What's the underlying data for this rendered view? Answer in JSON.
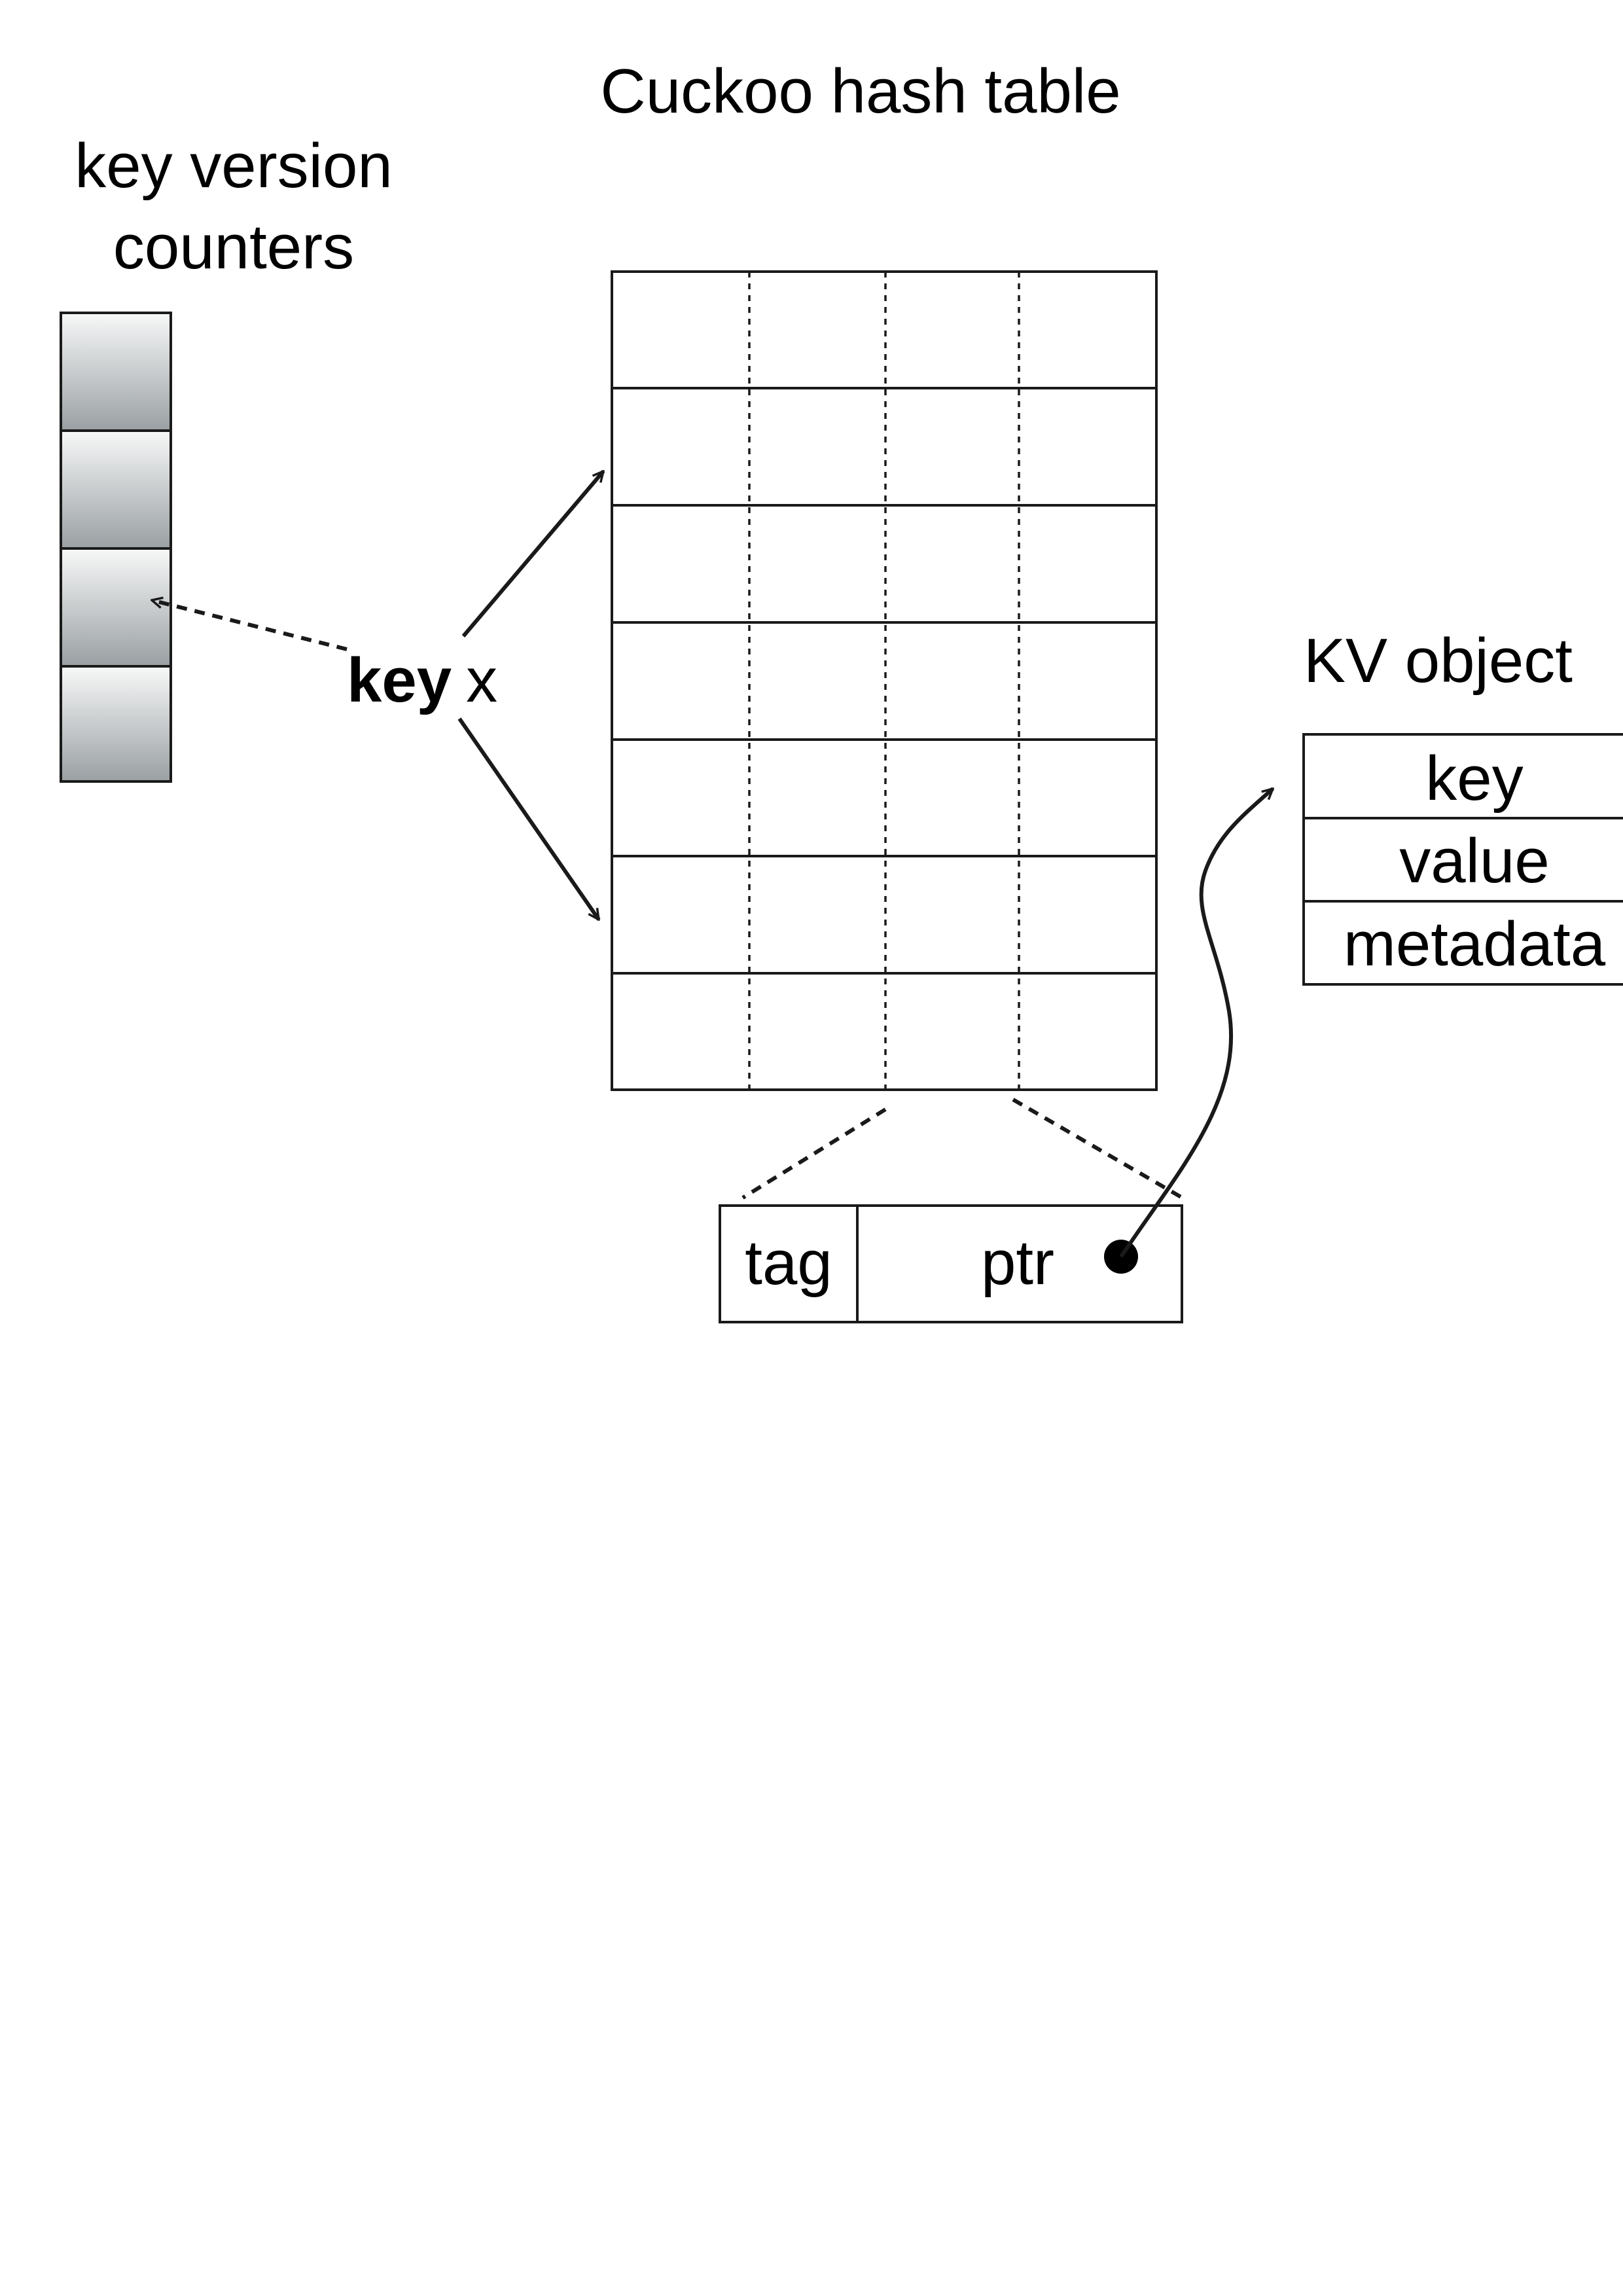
{
  "labels": {
    "table_title": "Cuckoo hash table",
    "counters_title_line1": "key version",
    "counters_title_line2": "counters",
    "key_bold": "key",
    "key_var": "x",
    "kv_title": "KV object",
    "kv_fields": [
      "key",
      "value",
      "metadata"
    ],
    "entry_tag": "tag",
    "entry_ptr": "ptr"
  },
  "colors": {
    "stroke": "#1a1a1a",
    "counter_gradient_top": "#f7f8f8",
    "counter_gradient_bottom": "#9aa0a3"
  },
  "structure": {
    "table_rows": 7,
    "table_slots_per_row": 4,
    "counter_cells": 4
  }
}
